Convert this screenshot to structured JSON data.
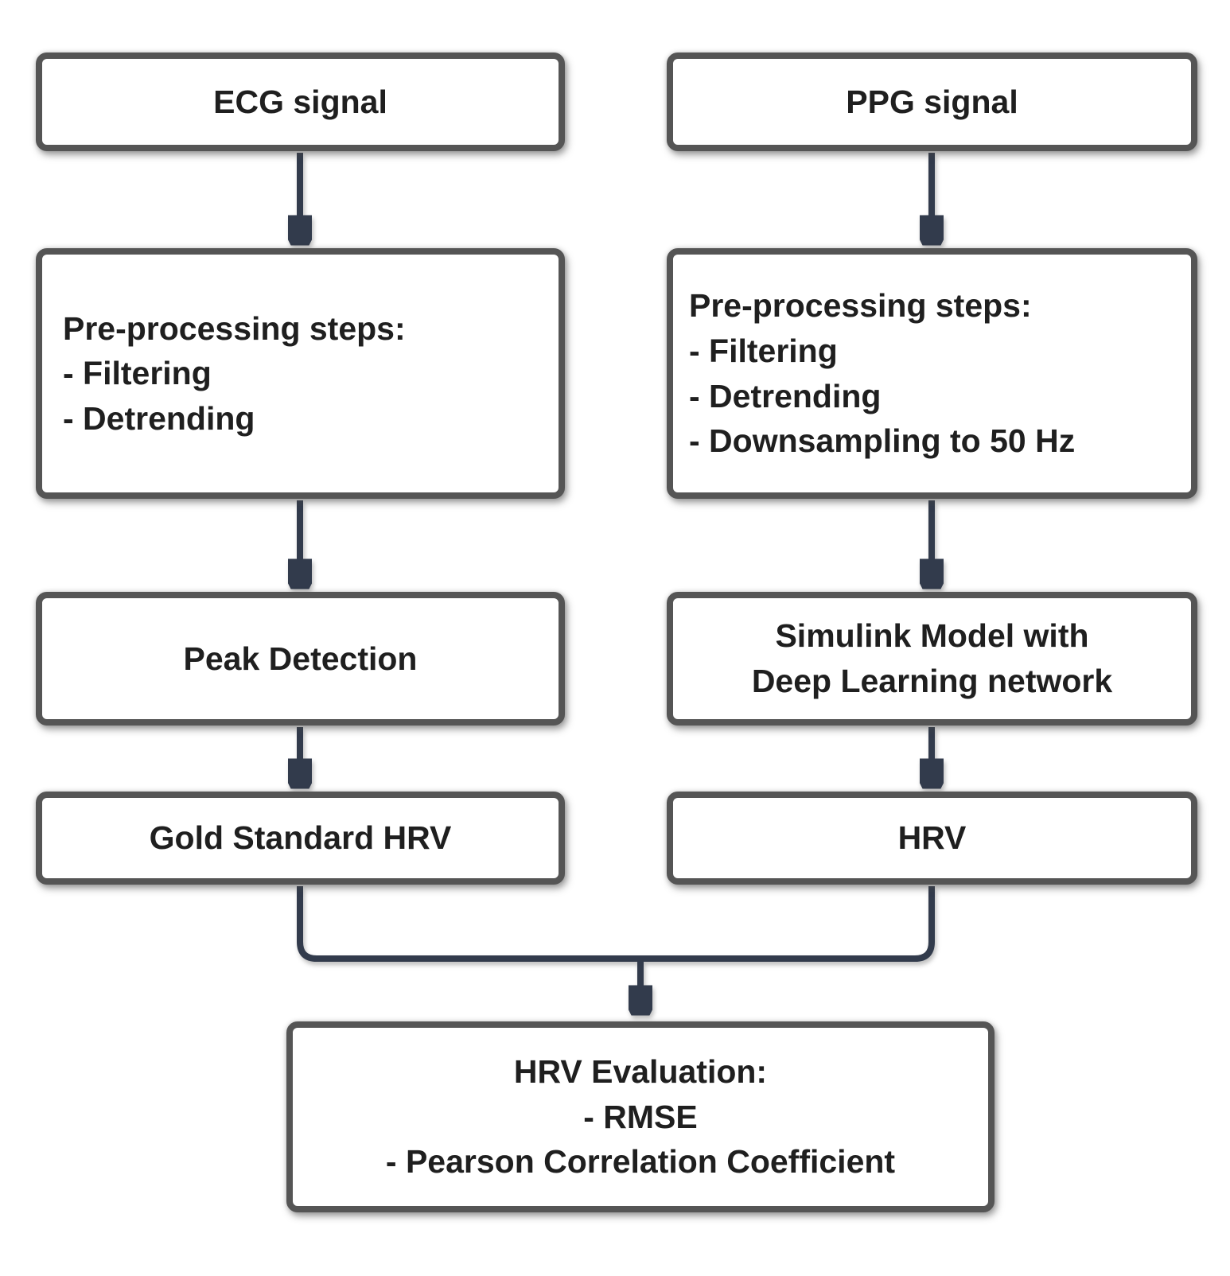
{
  "diagram": {
    "colors": {
      "background": "#ffffff",
      "box_border": "#555555",
      "box_fill": "#ffffff",
      "text": "#1f1f1f",
      "connector": "#323b4c"
    },
    "nodes": {
      "ecg_signal": {
        "lines": [
          "ECG signal"
        ]
      },
      "ppg_signal": {
        "lines": [
          "PPG signal"
        ]
      },
      "ecg_preprocessing": {
        "lines": [
          "Pre-processing steps:",
          "- Filtering",
          "- Detrending"
        ]
      },
      "ppg_preprocessing": {
        "lines": [
          "Pre-processing steps:",
          "- Filtering",
          "- Detrending",
          "- Downsampling to 50 Hz"
        ]
      },
      "peak_detection": {
        "lines": [
          "Peak Detection"
        ]
      },
      "simulink_model": {
        "lines": [
          "Simulink Model with",
          "Deep Learning network"
        ]
      },
      "gold_standard_hrv": {
        "lines": [
          "Gold Standard HRV"
        ]
      },
      "hrv": {
        "lines": [
          "HRV"
        ]
      },
      "hrv_evaluation": {
        "lines": [
          "HRV Evaluation:",
          "- RMSE",
          "- Pearson Correlation Coefficient"
        ]
      }
    },
    "edges": [
      {
        "from": "ecg_signal",
        "to": "ecg_preprocessing"
      },
      {
        "from": "ppg_signal",
        "to": "ppg_preprocessing"
      },
      {
        "from": "ecg_preprocessing",
        "to": "peak_detection"
      },
      {
        "from": "ppg_preprocessing",
        "to": "simulink_model"
      },
      {
        "from": "peak_detection",
        "to": "gold_standard_hrv"
      },
      {
        "from": "simulink_model",
        "to": "hrv"
      },
      {
        "from": "gold_standard_hrv",
        "to": "hrv_evaluation"
      },
      {
        "from": "hrv",
        "to": "hrv_evaluation"
      }
    ]
  }
}
